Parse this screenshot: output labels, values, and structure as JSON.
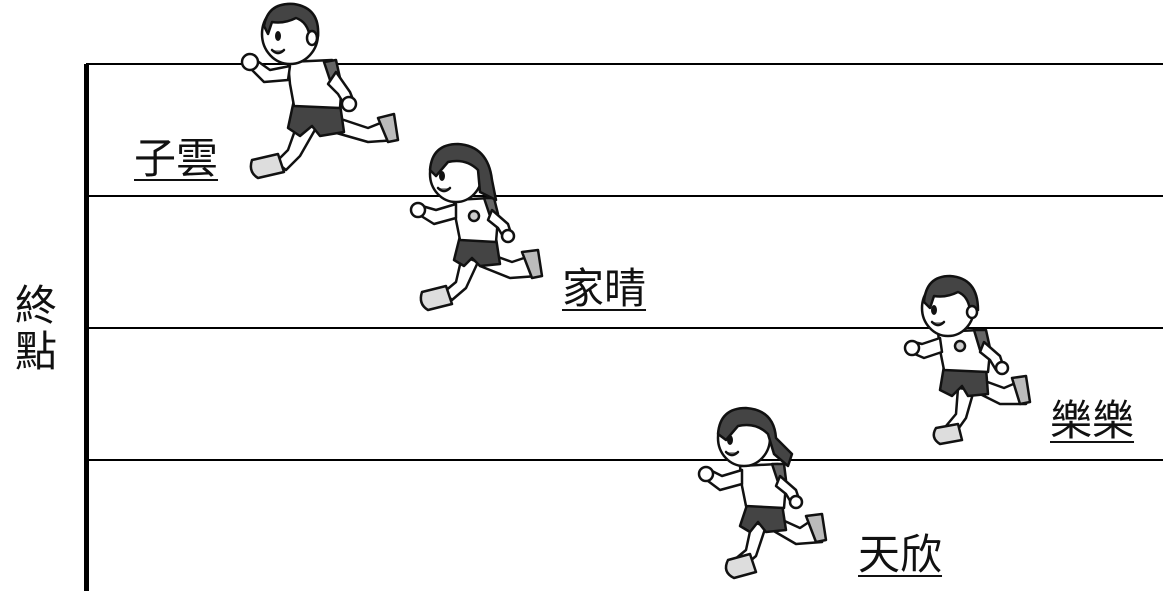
{
  "finish": {
    "label": "終點"
  },
  "runners": [
    {
      "name": "子雲",
      "figure": "boy-runner-icon"
    },
    {
      "name": "家晴",
      "figure": "girl-runner-icon"
    },
    {
      "name": "樂樂",
      "figure": "boy-runner-icon"
    },
    {
      "name": "天欣",
      "figure": "girl-runner-icon"
    }
  ],
  "lanes": {
    "count": 4
  }
}
